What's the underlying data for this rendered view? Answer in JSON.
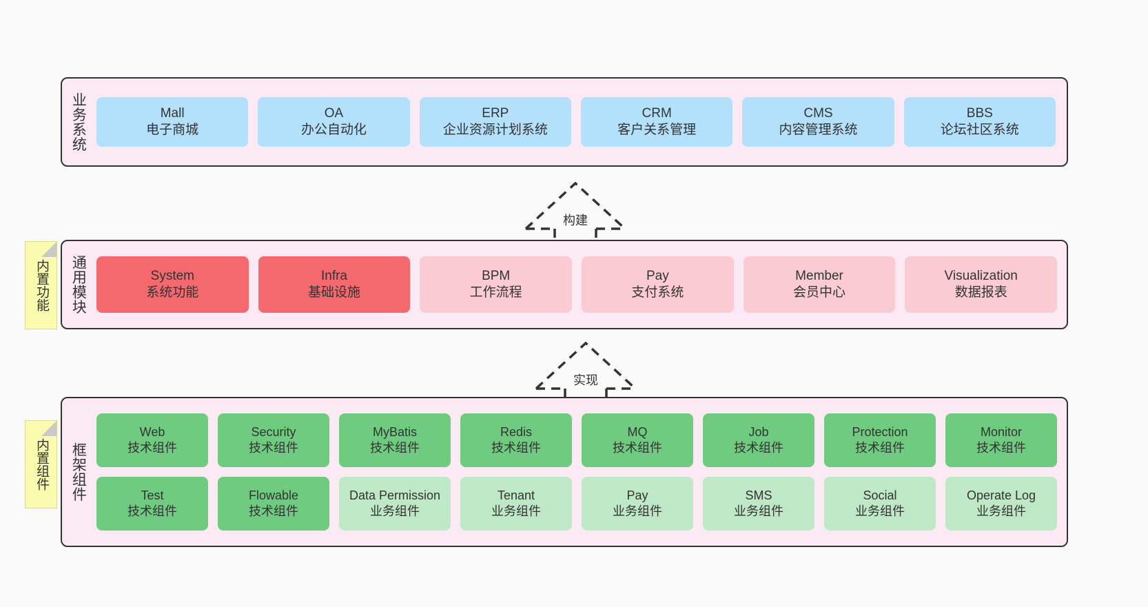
{
  "diagram": {
    "background_color": "#fafafa",
    "layer_fill": "#fbeaf4",
    "layer_border": "#333333",
    "tag_fill": "#fbfbaf"
  },
  "layers": [
    {
      "id": "business",
      "label": "业务系统",
      "side_tag": null,
      "rows": [
        {
          "cards": [
            {
              "title": "Mall",
              "subtitle": "电子商城",
              "color": "#b3e0fb"
            },
            {
              "title": "OA",
              "subtitle": "办公自动化",
              "color": "#b3e0fb"
            },
            {
              "title": "ERP",
              "subtitle": "企业资源计划系统",
              "color": "#b3e0fb"
            },
            {
              "title": "CRM",
              "subtitle": "客户关系管理",
              "color": "#b3e0fb"
            },
            {
              "title": "CMS",
              "subtitle": "内容管理系统",
              "color": "#b3e0fb"
            },
            {
              "title": "BBS",
              "subtitle": "论坛社区系统",
              "color": "#b3e0fb"
            }
          ]
        }
      ]
    },
    {
      "id": "modules",
      "label": "通用模块",
      "side_tag": "内置功能",
      "rows": [
        {
          "cards": [
            {
              "title": "System",
              "subtitle": "系统功能",
              "color": "#f4696e"
            },
            {
              "title": "Infra",
              "subtitle": "基础设施",
              "color": "#f4696e"
            },
            {
              "title": "BPM",
              "subtitle": "工作流程",
              "color": "#fbcbd3"
            },
            {
              "title": "Pay",
              "subtitle": "支付系统",
              "color": "#fbcbd3"
            },
            {
              "title": "Member",
              "subtitle": "会员中心",
              "color": "#fbcbd3"
            },
            {
              "title": "Visualization",
              "subtitle": "数据报表",
              "color": "#fbcbd3"
            }
          ]
        }
      ]
    },
    {
      "id": "framework",
      "label": "框架组件",
      "side_tag": "内置组件",
      "rows": [
        {
          "cards": [
            {
              "title": "Web",
              "subtitle": "技术组件",
              "color": "#6fcb7f"
            },
            {
              "title": "Security",
              "subtitle": "技术组件",
              "color": "#6fcb7f"
            },
            {
              "title": "MyBatis",
              "subtitle": "技术组件",
              "color": "#6fcb7f"
            },
            {
              "title": "Redis",
              "subtitle": "技术组件",
              "color": "#6fcb7f"
            },
            {
              "title": "MQ",
              "subtitle": "技术组件",
              "color": "#6fcb7f"
            },
            {
              "title": "Job",
              "subtitle": "技术组件",
              "color": "#6fcb7f"
            },
            {
              "title": "Protection",
              "subtitle": "技术组件",
              "color": "#6fcb7f"
            },
            {
              "title": "Monitor",
              "subtitle": "技术组件",
              "color": "#6fcb7f"
            }
          ]
        },
        {
          "cards": [
            {
              "title": "Test",
              "subtitle": "技术组件",
              "color": "#6fcb7f"
            },
            {
              "title": "Flowable",
              "subtitle": "技术组件",
              "color": "#6fcb7f"
            },
            {
              "title": "Data Permission",
              "subtitle": "业务组件",
              "color": "#bfe8c7"
            },
            {
              "title": "Tenant",
              "subtitle": "业务组件",
              "color": "#bfe8c7"
            },
            {
              "title": "Pay",
              "subtitle": "业务组件",
              "color": "#bfe8c7"
            },
            {
              "title": "SMS",
              "subtitle": "业务组件",
              "color": "#bfe8c7"
            },
            {
              "title": "Social",
              "subtitle": "业务组件",
              "color": "#bfe8c7"
            },
            {
              "title": "Operate Log",
              "subtitle": "业务组件",
              "color": "#bfe8c7"
            }
          ]
        }
      ]
    }
  ],
  "connectors": [
    {
      "id": "build",
      "label": "构建",
      "style": "dashed-hollow-arrow-up"
    },
    {
      "id": "implement",
      "label": "实现",
      "style": "dashed-hollow-arrow-up"
    }
  ]
}
